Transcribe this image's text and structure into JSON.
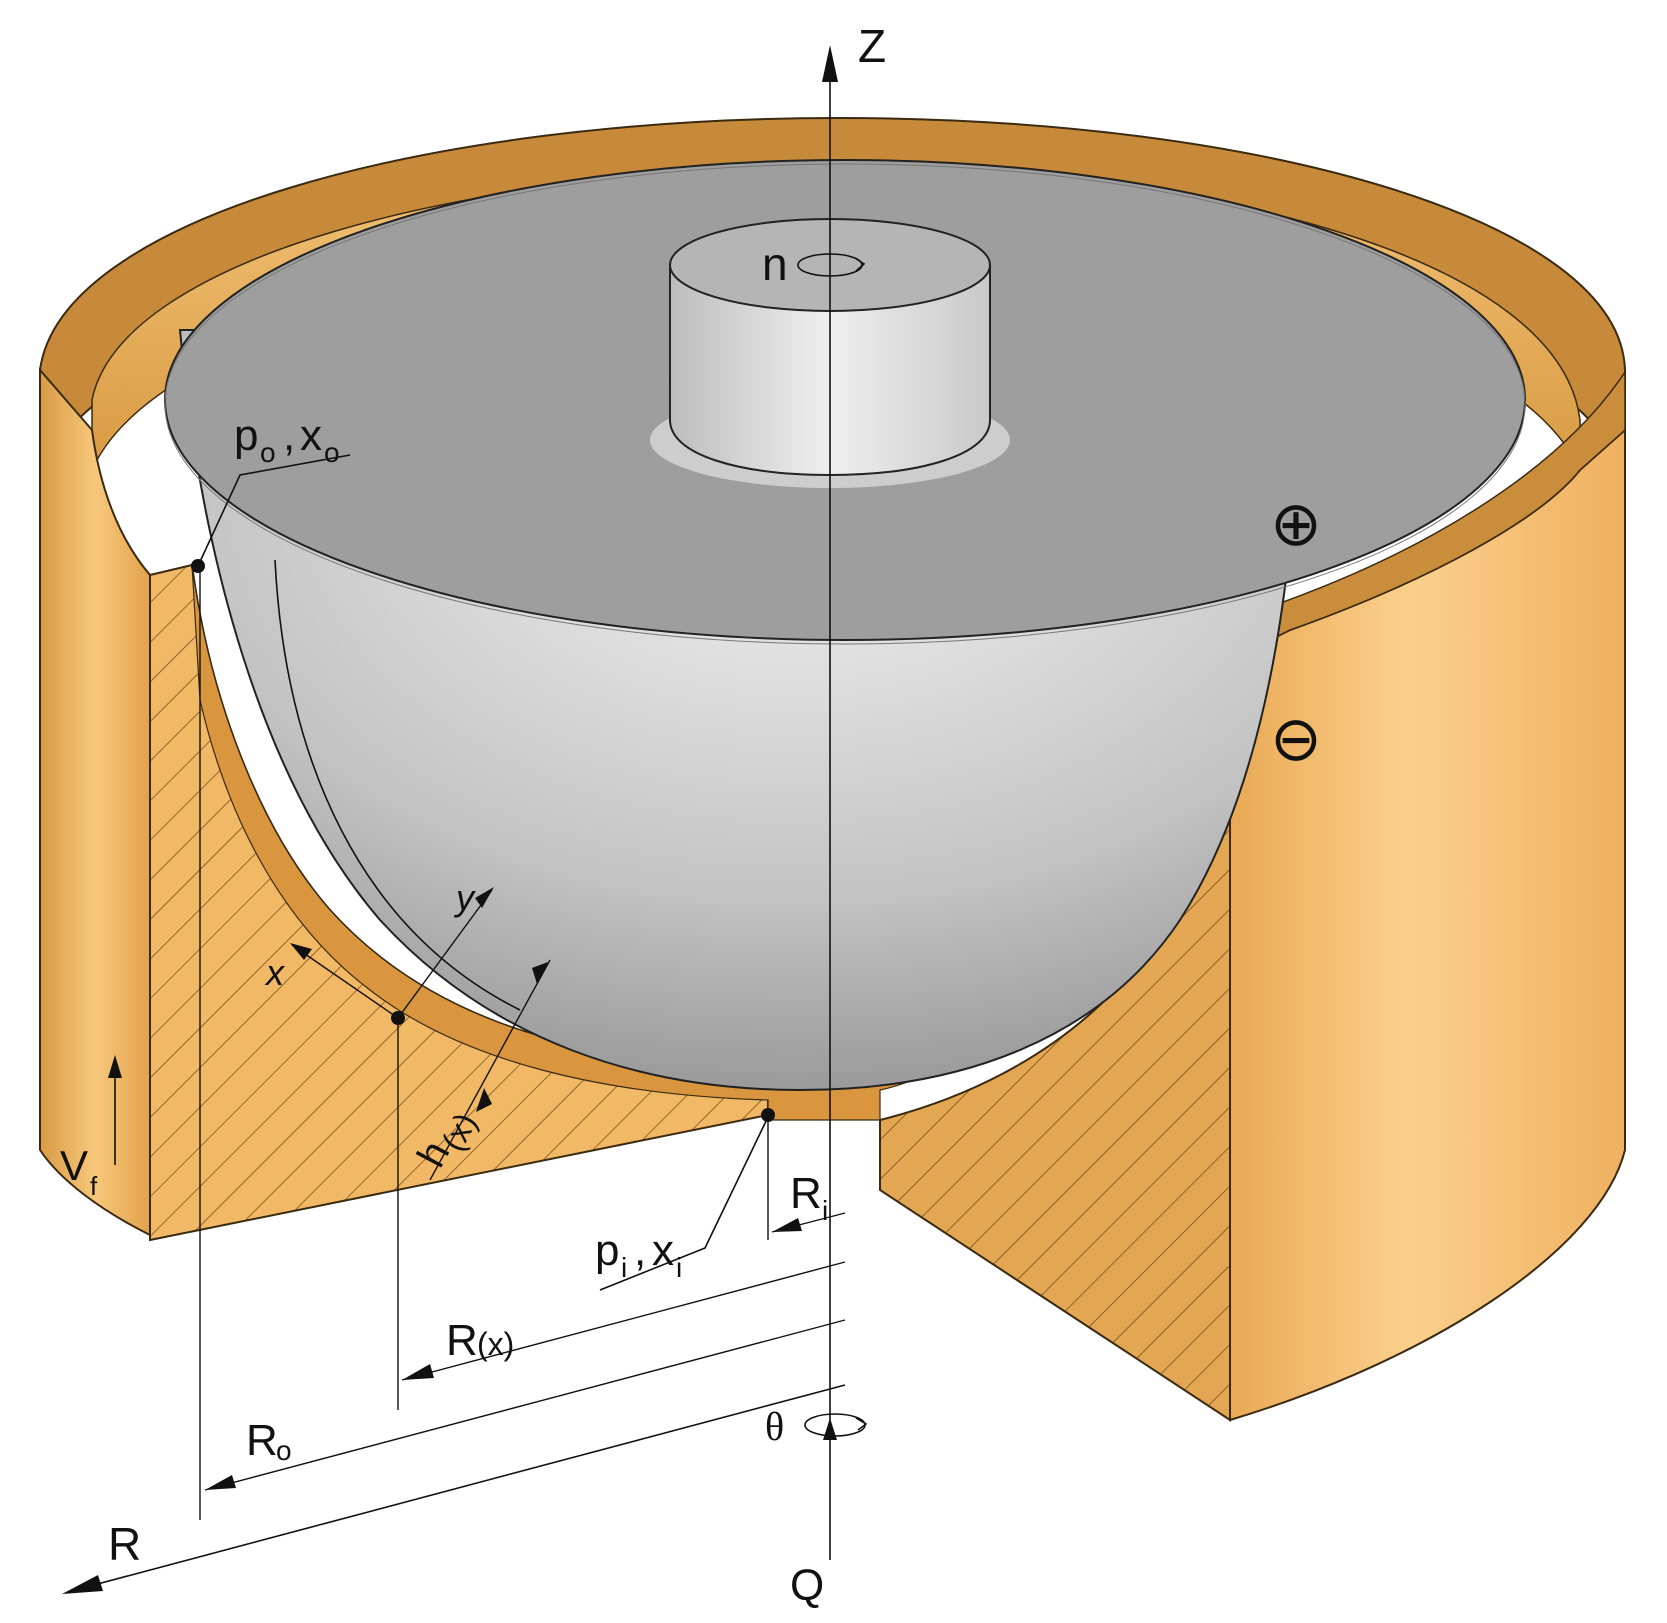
{
  "labels": {
    "axis_z": "Z",
    "rotation_n": "n",
    "point_outer": "p",
    "point_outer_sub": "o",
    "point_outer_x": "x",
    "point_outer_x_sub": "o",
    "point_inner": "p",
    "point_inner_sub": "i",
    "point_inner_x": "x",
    "point_inner_x_sub": "i",
    "plus_sign": "⊕",
    "minus_sign": "⊖",
    "coord_x": "x",
    "coord_y": "y",
    "gap_h": "h",
    "gap_h_arg": "(x)",
    "velocity": "V",
    "velocity_sub": "f",
    "radius_inner": "R",
    "radius_inner_sub": "i",
    "radius_x": "R",
    "radius_x_arg": "(x)",
    "radius_outer": "R",
    "radius_outer_sub": "o",
    "axis_r": "R",
    "angle_theta": "θ",
    "load_q": "Q"
  },
  "colors": {
    "bronze_light": "#f6c06a",
    "bronze_mid": "#e3a24a",
    "bronze_dark": "#b8772a",
    "steel_light": "#e6e6e6",
    "steel_mid": "#b9b9b9",
    "steel_dark": "#8e8e8e",
    "steel_top": "#9c9c9c"
  }
}
